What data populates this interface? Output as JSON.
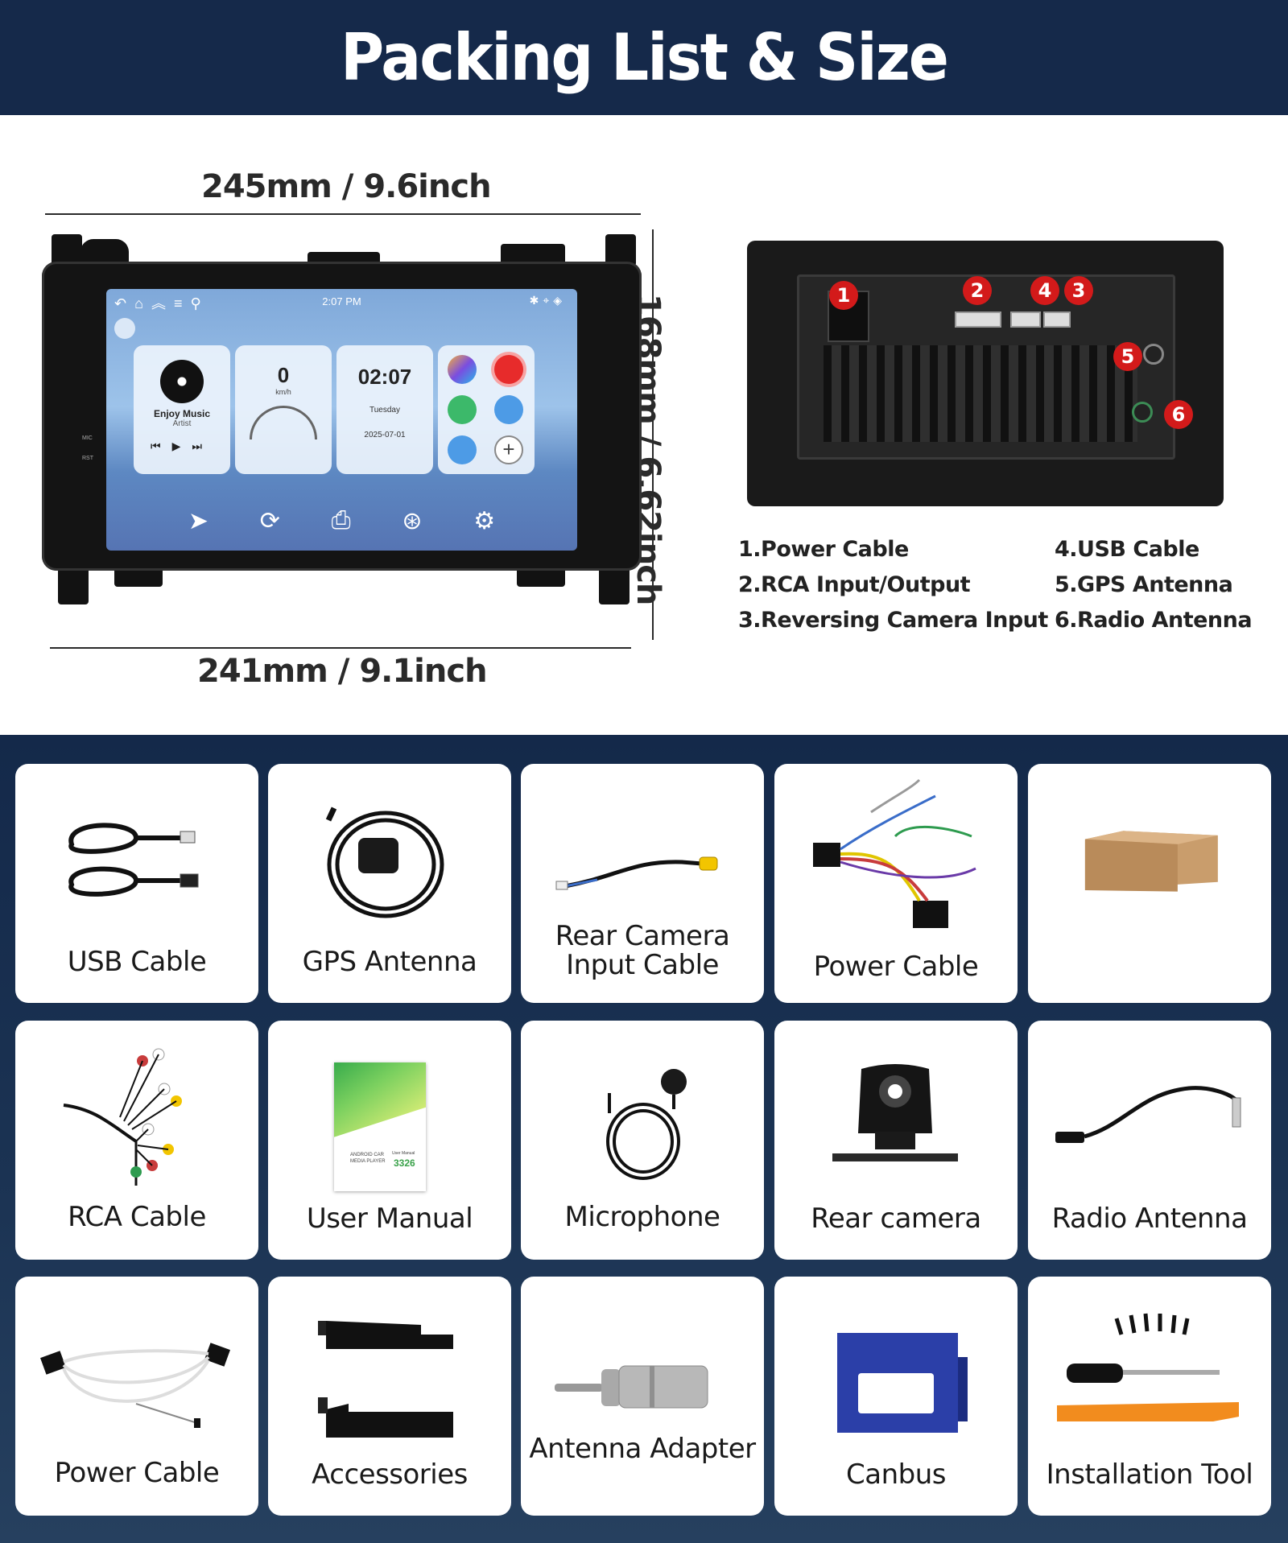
{
  "header": {
    "title": "Packing List & Size"
  },
  "dimensions": {
    "top_width": "245mm / 9.6inch",
    "bottom_width": "241mm / 9.1inch",
    "height": "168mm / 6.62inch"
  },
  "screen": {
    "time": "2:07 PM",
    "music_title": "Enjoy Music",
    "music_artist": "Artist",
    "speed": "0",
    "speed_unit": "km/h",
    "clock": "02:07",
    "day": "Tuesday",
    "date": "2025-07-01",
    "mic_label": "MIC",
    "rst_label": "RST"
  },
  "badges": [
    "1",
    "2",
    "4",
    "3",
    "5",
    "6"
  ],
  "ports": [
    "1.Power Cable",
    "2.RCA Input/Output",
    "3.Reversing Camera Input",
    "4.USB Cable",
    "5.GPS Antenna",
    "6.Radio Antenna"
  ],
  "items": [
    "USB Cable",
    "GPS Antenna",
    "Rear Camera Input Cable",
    "Power Cable",
    "",
    "RCA Cable",
    "User Manual",
    "Microphone",
    "Rear camera",
    "Radio Antenna",
    "Power Cable",
    "Accessories",
    "Antenna Adapter",
    "Canbus",
    "Installation Tool"
  ],
  "manual": {
    "line1": "ANDROID CAR",
    "line2": "MEDIA PLAYER",
    "line3": "User Manual",
    "code": "3326"
  },
  "colors": {
    "header_bg": "#15294a",
    "badge": "#d31a1a",
    "accent_orange": "#f28c1e",
    "canbus_blue": "#2b3fa8"
  }
}
